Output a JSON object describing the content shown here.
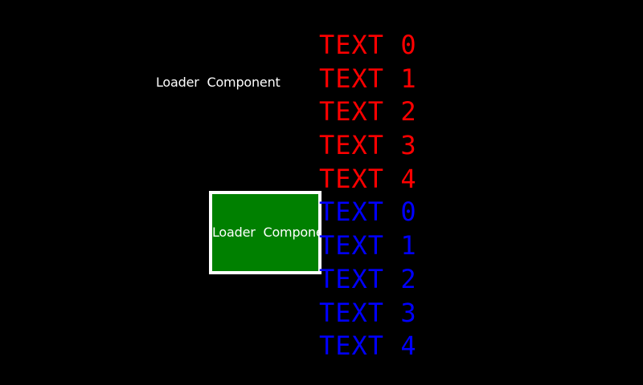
{
  "screen": {
    "bg": "#000000"
  },
  "loader_label": {
    "text": "Loader Component",
    "color": "#ffffff"
  },
  "loader_box": {
    "text": "Loader Component",
    "bg": "#008000",
    "border_color": "#ffffff",
    "text_color": "#ffffff"
  },
  "text_list": {
    "items": [
      {
        "label": "TEXT 0",
        "color": "#ff0000"
      },
      {
        "label": "TEXT 1",
        "color": "#ff0000"
      },
      {
        "label": "TEXT 2",
        "color": "#ff0000"
      },
      {
        "label": "TEXT 3",
        "color": "#ff0000"
      },
      {
        "label": "TEXT 4",
        "color": "#ff0000"
      },
      {
        "label": "TEXT 0",
        "color": "#0000ff"
      },
      {
        "label": "TEXT 1",
        "color": "#0000ff"
      },
      {
        "label": "TEXT 2",
        "color": "#0000ff"
      },
      {
        "label": "TEXT 3",
        "color": "#0000ff"
      },
      {
        "label": "TEXT 4",
        "color": "#0000ff"
      }
    ]
  }
}
